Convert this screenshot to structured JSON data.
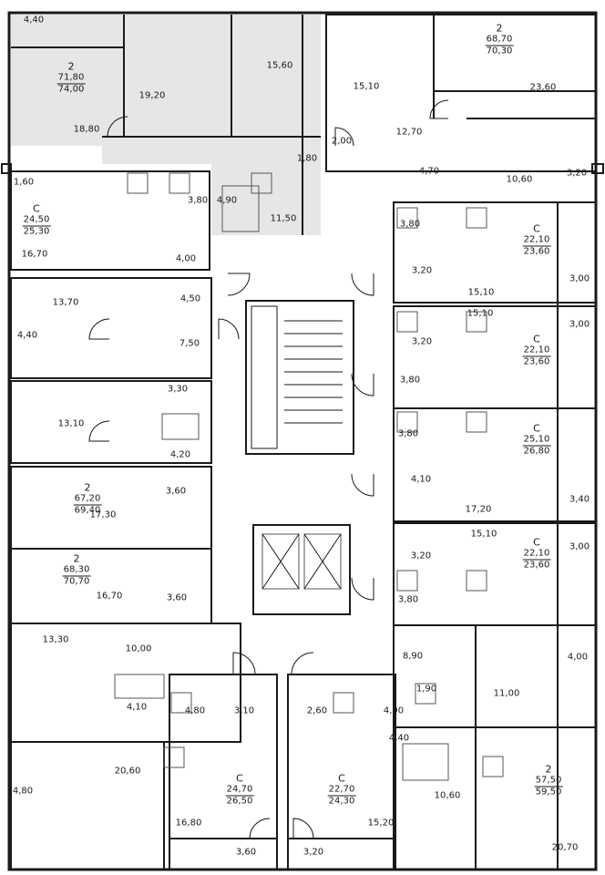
{
  "colors": {
    "wall": "#1a1a1a",
    "thin": "#555555",
    "highlight": "#e6e6e6",
    "background": "#ffffff"
  },
  "apartments": [
    {
      "id": "a1",
      "type": "2",
      "area_living": "71,80",
      "area_total": "74,00"
    },
    {
      "id": "a2",
      "type": "2",
      "area_living": "68,70",
      "area_total": "70,30"
    },
    {
      "id": "a3",
      "type": "С",
      "area_living": "24,50",
      "area_total": "25,30"
    },
    {
      "id": "a4",
      "type": "С",
      "area_living": "22,10",
      "area_total": "23,60"
    },
    {
      "id": "a5",
      "type": "С",
      "area_living": "22,10",
      "area_total": "23,60"
    },
    {
      "id": "a6",
      "type": "С",
      "area_living": "25,10",
      "area_total": "26,80"
    },
    {
      "id": "a7",
      "type": "2",
      "area_living": "67,20",
      "area_total": "69,40"
    },
    {
      "id": "a8",
      "type": "С",
      "area_living": "22,10",
      "area_total": "23,60"
    },
    {
      "id": "a9",
      "type": "2",
      "area_living": "68,30",
      "area_total": "70,70"
    },
    {
      "id": "a10",
      "type": "С",
      "area_living": "24,70",
      "area_total": "26,50"
    },
    {
      "id": "a11",
      "type": "С",
      "area_living": "22,70",
      "area_total": "24,30"
    },
    {
      "id": "a12",
      "type": "2",
      "area_living": "57,50",
      "area_total": "59,50"
    }
  ],
  "rooms": [
    "4,40",
    "15,60",
    "19,20",
    "18,80",
    "1,80",
    "15,10",
    "23,60",
    "12,70",
    "2,00",
    "4,70",
    "10,60",
    "3,20",
    "1,60",
    "3,80",
    "4,90",
    "11,50",
    "16,70",
    "4,00",
    "3,80",
    "3,20",
    "3,00",
    "15,10",
    "13,70",
    "4,50",
    "7,50",
    "4,40",
    "3,30",
    "15,10",
    "3,00",
    "3,20",
    "3,80",
    "13,10",
    "3,80",
    "4,20",
    "4,10",
    "3,60",
    "17,30",
    "17,20",
    "3,40",
    "15,10",
    "3,00",
    "3,20",
    "16,70",
    "3,60",
    "3,80",
    "13,30",
    "10,00",
    "8,90",
    "4,00",
    "11,00",
    "4,10",
    "4,80",
    "3,10",
    "2,60",
    "4,90",
    "1,90",
    "4,40",
    "20,60",
    "4,80",
    "10,60",
    "16,80",
    "15,20",
    "3,60",
    "3,20",
    "20,70"
  ]
}
